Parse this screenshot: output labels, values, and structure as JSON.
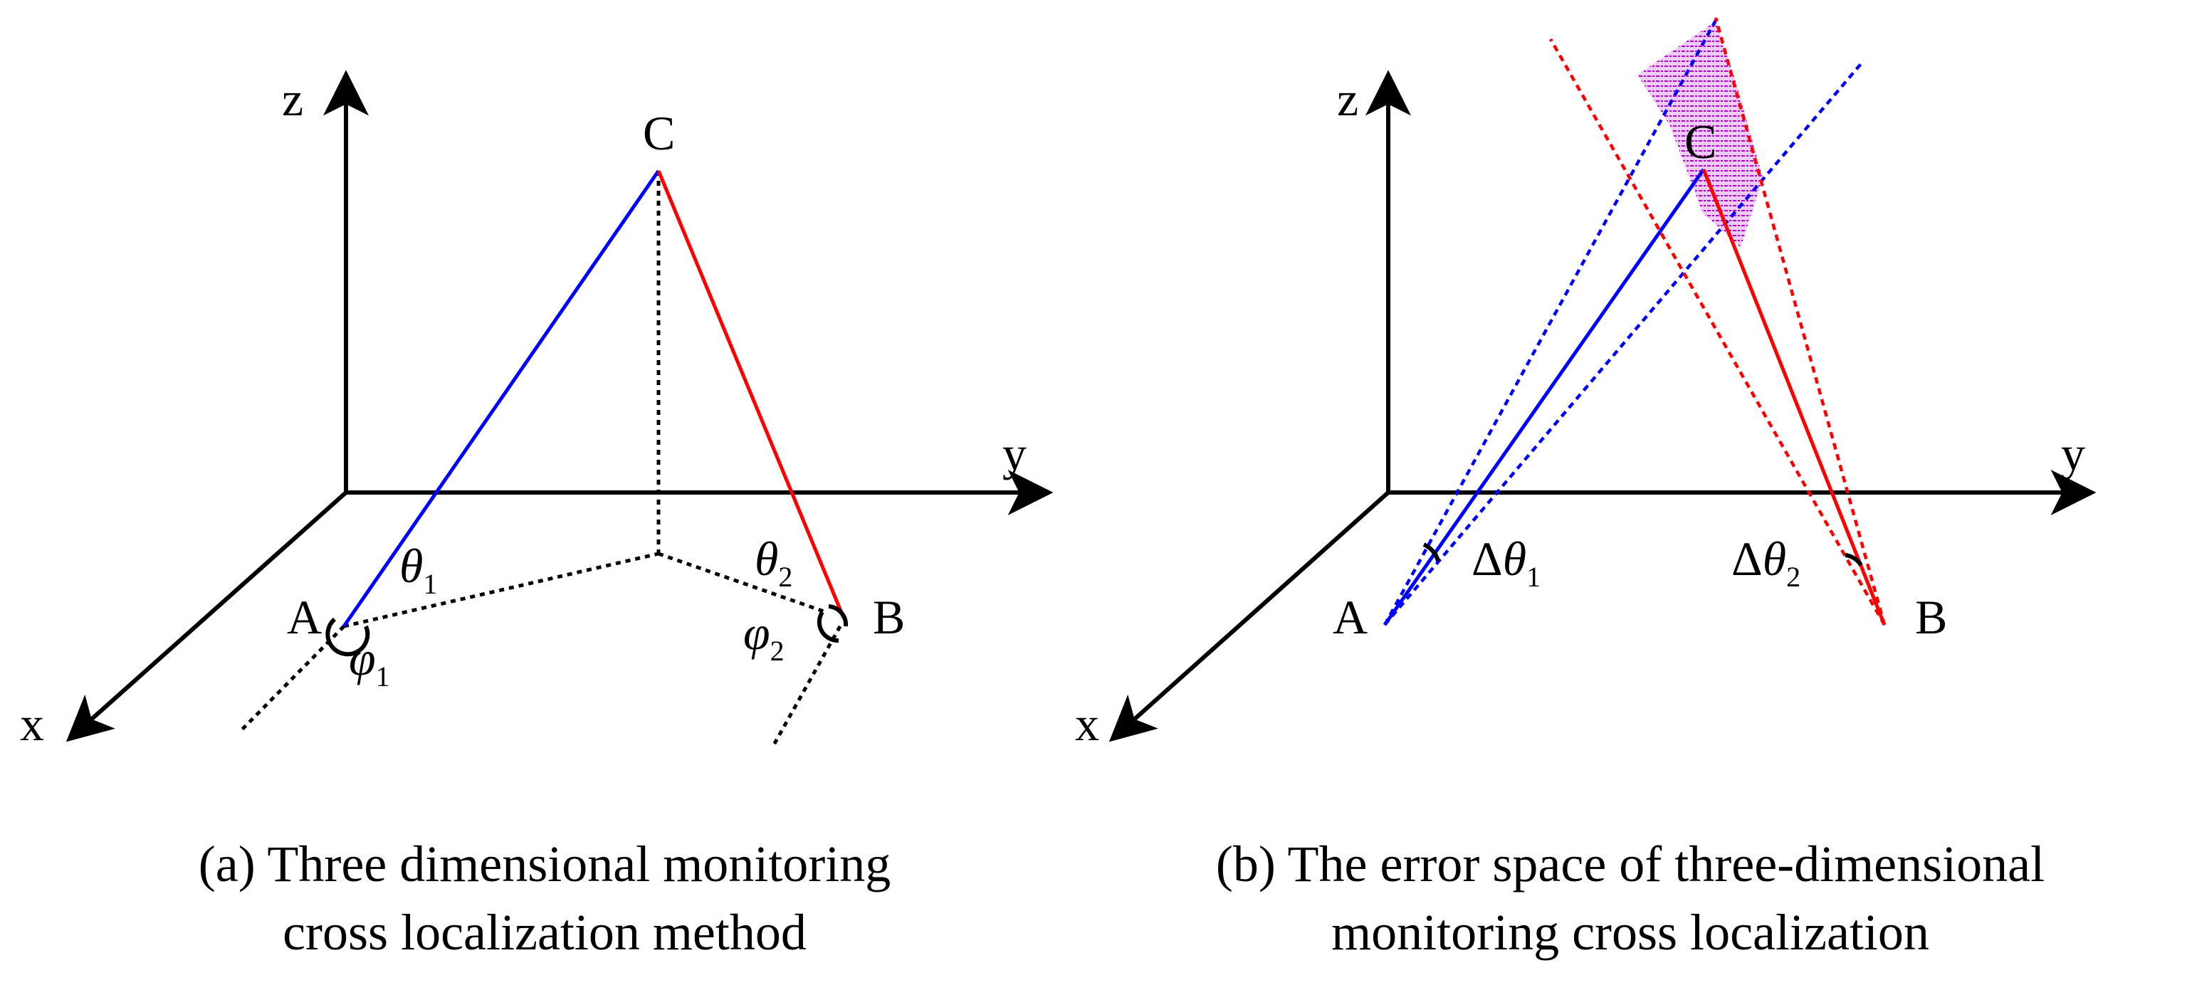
{
  "colors": {
    "axis": "#000000",
    "line_a": "#0000ff",
    "line_b": "#ff0000",
    "error_region_fill": "#c864e6",
    "error_region_hatch": "#b400d2"
  },
  "panel_a": {
    "axis_labels": {
      "x": "x",
      "y": "y",
      "z": "z"
    },
    "points": {
      "a": "A",
      "b": "B",
      "c": "C"
    },
    "angles": {
      "theta1": {
        "symbol": "θ",
        "sub": "1"
      },
      "theta2": {
        "symbol": "θ",
        "sub": "2"
      },
      "phi1": {
        "symbol": "φ",
        "sub": "1"
      },
      "phi2": {
        "symbol": "φ",
        "sub": "2"
      }
    },
    "caption": {
      "line1": "(a) Three dimensional monitoring",
      "line2": "cross localization method"
    }
  },
  "panel_b": {
    "axis_labels": {
      "x": "x",
      "y": "y",
      "z": "z"
    },
    "points": {
      "a": "A",
      "b": "B",
      "c": "C"
    },
    "angles": {
      "dtheta1": {
        "prefix": "Δ",
        "symbol": "θ",
        "sub": "1"
      },
      "dtheta2": {
        "prefix": "Δ",
        "symbol": "θ",
        "sub": "2"
      }
    },
    "caption": {
      "line1": "(b) The error space of three-dimensional",
      "line2": "monitoring cross localization"
    }
  }
}
